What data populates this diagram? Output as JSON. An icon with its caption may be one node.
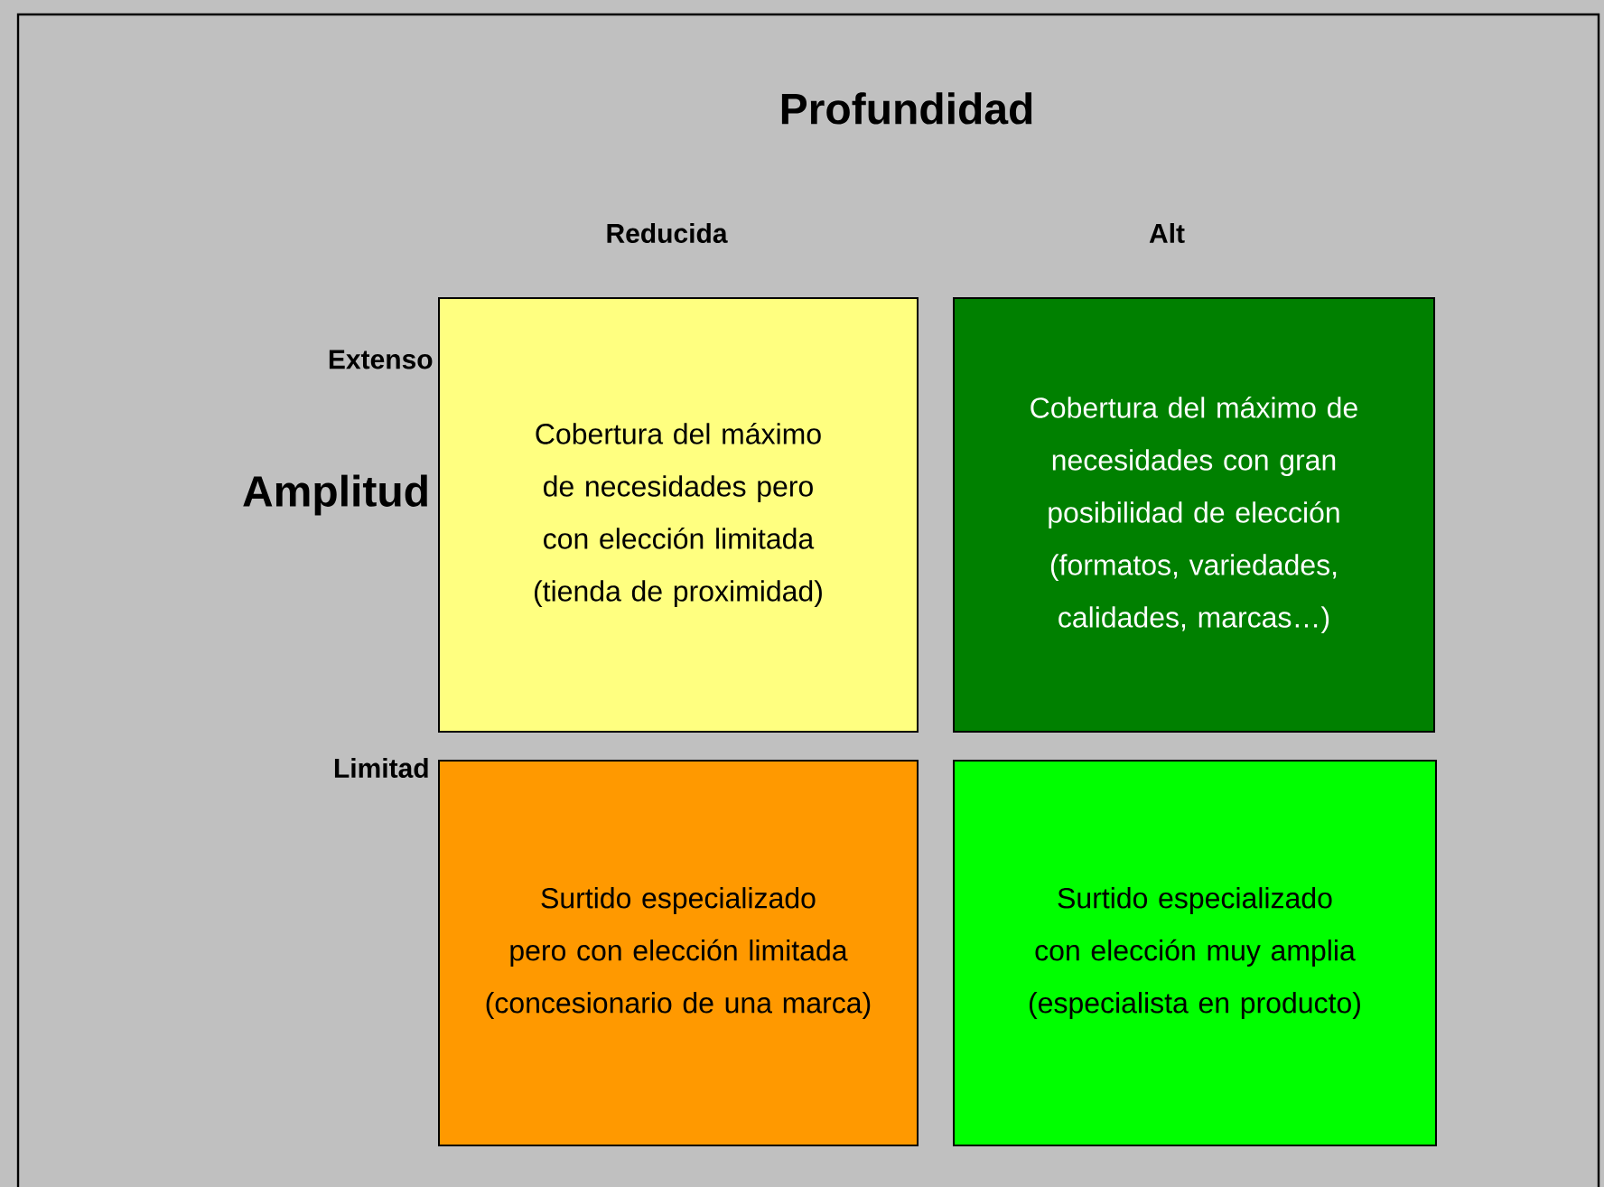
{
  "diagram": {
    "title": "Profundidad",
    "nodes": [
      {
        "text": [
          "Cobertura del máximo de necesidades pero con elección limitada (tienda de proximidad)"
        ]
      },
      {
        "text": [
          "Cobertura del máximo de necesidades con gran posibilidad de elección (formatos, variedades, calidades, marcas…)"
        ]
      },
      {
        "text": [
          "Surtido especializado pero con elección limitada (concesionario de una marca)"
        ]
      },
      {
        "text": [
          "Surtido especializado con elección muy amplia (especialista en producto)"
        ]
      }
    ],
    "labels": [
      "Reducida",
      "Alt",
      "Extenso",
      "Amplitud",
      "Limitad"
    ]
  }
}
